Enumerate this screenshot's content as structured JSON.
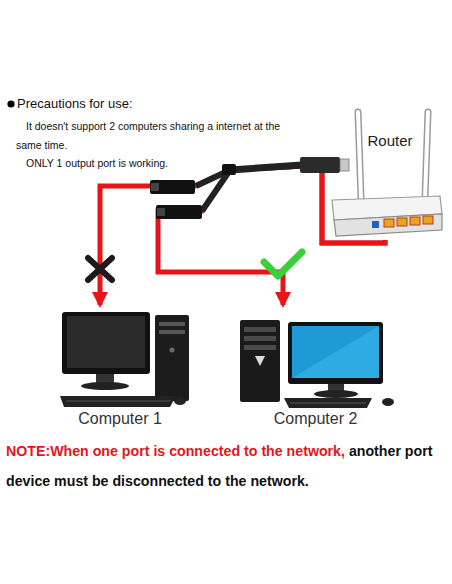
{
  "diagram": {
    "nodes": [
      {
        "text": [
          "Router"
        ]
      },
      {
        "text": [
          "Computer 1"
        ]
      },
      {
        "text": [
          "Computer 2"
        ]
      }
    ],
    "edges": [
      {
        "from": 0,
        "to": 1,
        "arrow": "to"
      },
      {
        "from": 0,
        "to": 2,
        "arrow": "to"
      }
    ],
    "labels": [
      "Precautions for use:",
      "It doesn't support 2 computers sharing a internet at the same time.",
      "ONLY 1 output port is working.",
      "NOTE:When one port is connected to the network,",
      "another port device must be disconnected to the network."
    ]
  }
}
